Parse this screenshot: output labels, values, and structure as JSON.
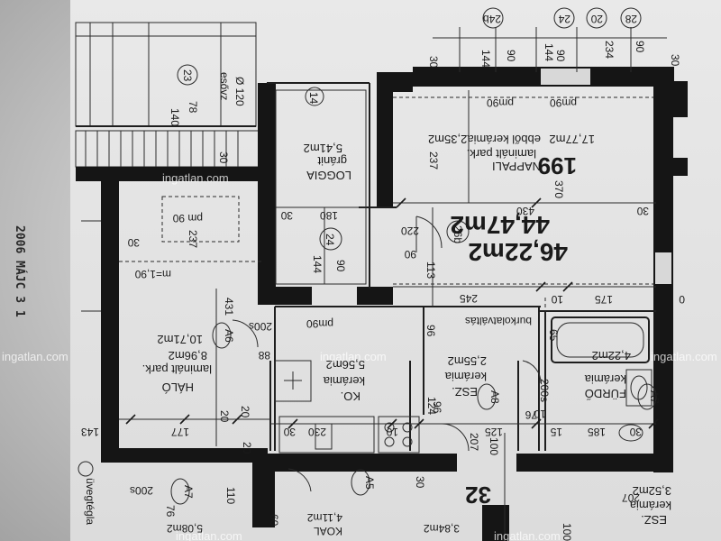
{
  "stamp": "2006 MÁJC 3 1",
  "watermark": "ingatlan.com",
  "total_area": "46,22m2",
  "net_area": "44,47m2",
  "unit_number": "199",
  "unit_number_bottom": "32",
  "rooms": {
    "nappali": {
      "name": "NAPPALI",
      "floor": "laminált park.",
      "area": "17,77m2",
      "extra": "ebből kerámia2,35m2"
    },
    "loggia": {
      "name": "LOGGIA",
      "floor": "gránit",
      "area": "5,41m2"
    },
    "halo": {
      "name": "HÁLÓ",
      "floor": "laminált park.",
      "area1": "8,96m2",
      "area2": "10,71m2"
    },
    "ko": {
      "name": "KO.",
      "floor": "kerámia",
      "area": "5,56m2"
    },
    "esz": {
      "name": "ESZ.",
      "floor": "kerámia",
      "area": "2,55m2"
    },
    "furdo": {
      "name": "FÜRDŐ",
      "floor": "kerámia",
      "area": "4,22m2"
    },
    "esz_bottom": {
      "name": "ESZ.",
      "floor": "kerámia",
      "area": "3,52m2"
    }
  },
  "labels": {
    "burkolatvaltas": "burkolatváltás",
    "m190": "m=1,90",
    "esovz": "esővz",
    "o120": "Ø 120",
    "uvegtegla": "üvegtégla",
    "pm90": "pm90",
    "pm90b": "pm 90",
    "pm90c": "pm90",
    "pm90d": "pm90",
    "koal": "KOAL",
    "a411": "4,11m2",
    "a384": "3,84m2",
    "a508": "5,08m2",
    "a6": "A6",
    "a7": "A7",
    "a8": "A8",
    "a5": "A5",
    "a7b": "A7"
  },
  "circles": [
    "24b",
    "24",
    "20",
    "28",
    "26b",
    "24",
    "23",
    "14"
  ],
  "dims": [
    "144",
    "90",
    "30",
    "144",
    "90",
    "234",
    "90",
    "30",
    "140",
    "78",
    "30",
    "237",
    "430",
    "370",
    "30",
    "180",
    "30",
    "220",
    "90",
    "113",
    "144",
    "90",
    "245",
    "10",
    "175",
    "0",
    "431",
    "88",
    "200s",
    "96",
    "65",
    "124",
    "96",
    "20",
    "20",
    "177",
    "143",
    "30",
    "230",
    "10",
    "207",
    "100",
    "125",
    "76",
    "15",
    "185",
    "30",
    "10",
    "200s",
    "76",
    "200s",
    "30",
    "110",
    "100",
    "207",
    "237",
    "30",
    "60",
    "20"
  ]
}
